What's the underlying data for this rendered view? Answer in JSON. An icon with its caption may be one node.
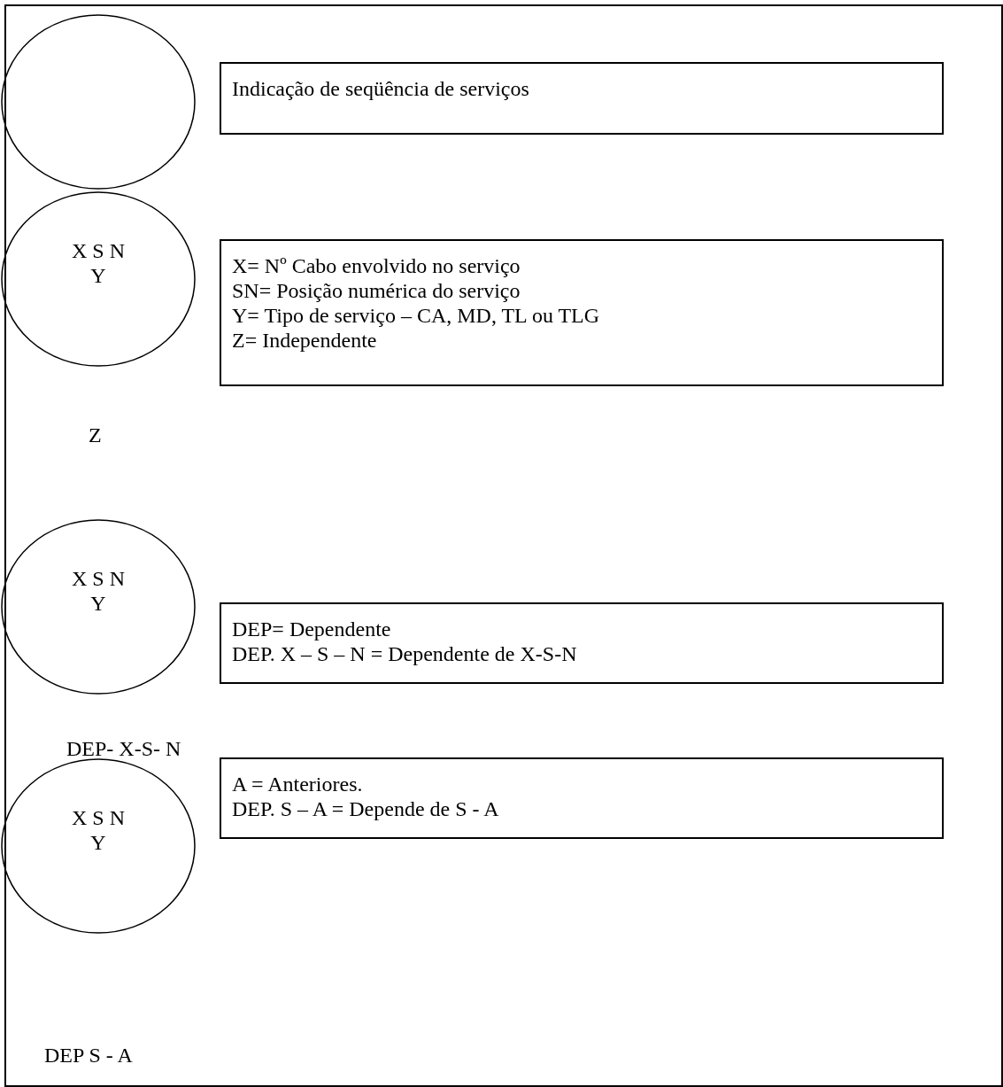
{
  "diagram": {
    "nodes": [
      {
        "text": [],
        "shape": "circle"
      },
      {
        "text": [
          "Indicação de seqüência de serviços"
        ]
      },
      {
        "text": [
          "X S N",
          "Y"
        ]
      },
      {
        "text": [
          "X= Nº Cabo envolvido no serviço",
          "SN= Posição numérica do serviço",
          "Y= Tipo de serviço – CA, MD, TL ou TLG",
          "Z= Independente"
        ]
      },
      {
        "text": [
          "X S N",
          "Y"
        ]
      },
      {
        "text": [
          "DEP= Dependente",
          "DEP. X – S – N = Dependente de X-S-N"
        ]
      },
      {
        "text": [
          "X S N",
          "Y"
        ]
      },
      {
        "text": [
          "A = Anteriores.",
          "DEP. S – A = Depende de S -  A"
        ]
      }
    ],
    "edges": [],
    "labels": [
      "Z",
      "DEP- X-S- N",
      "DEP S - A"
    ]
  }
}
